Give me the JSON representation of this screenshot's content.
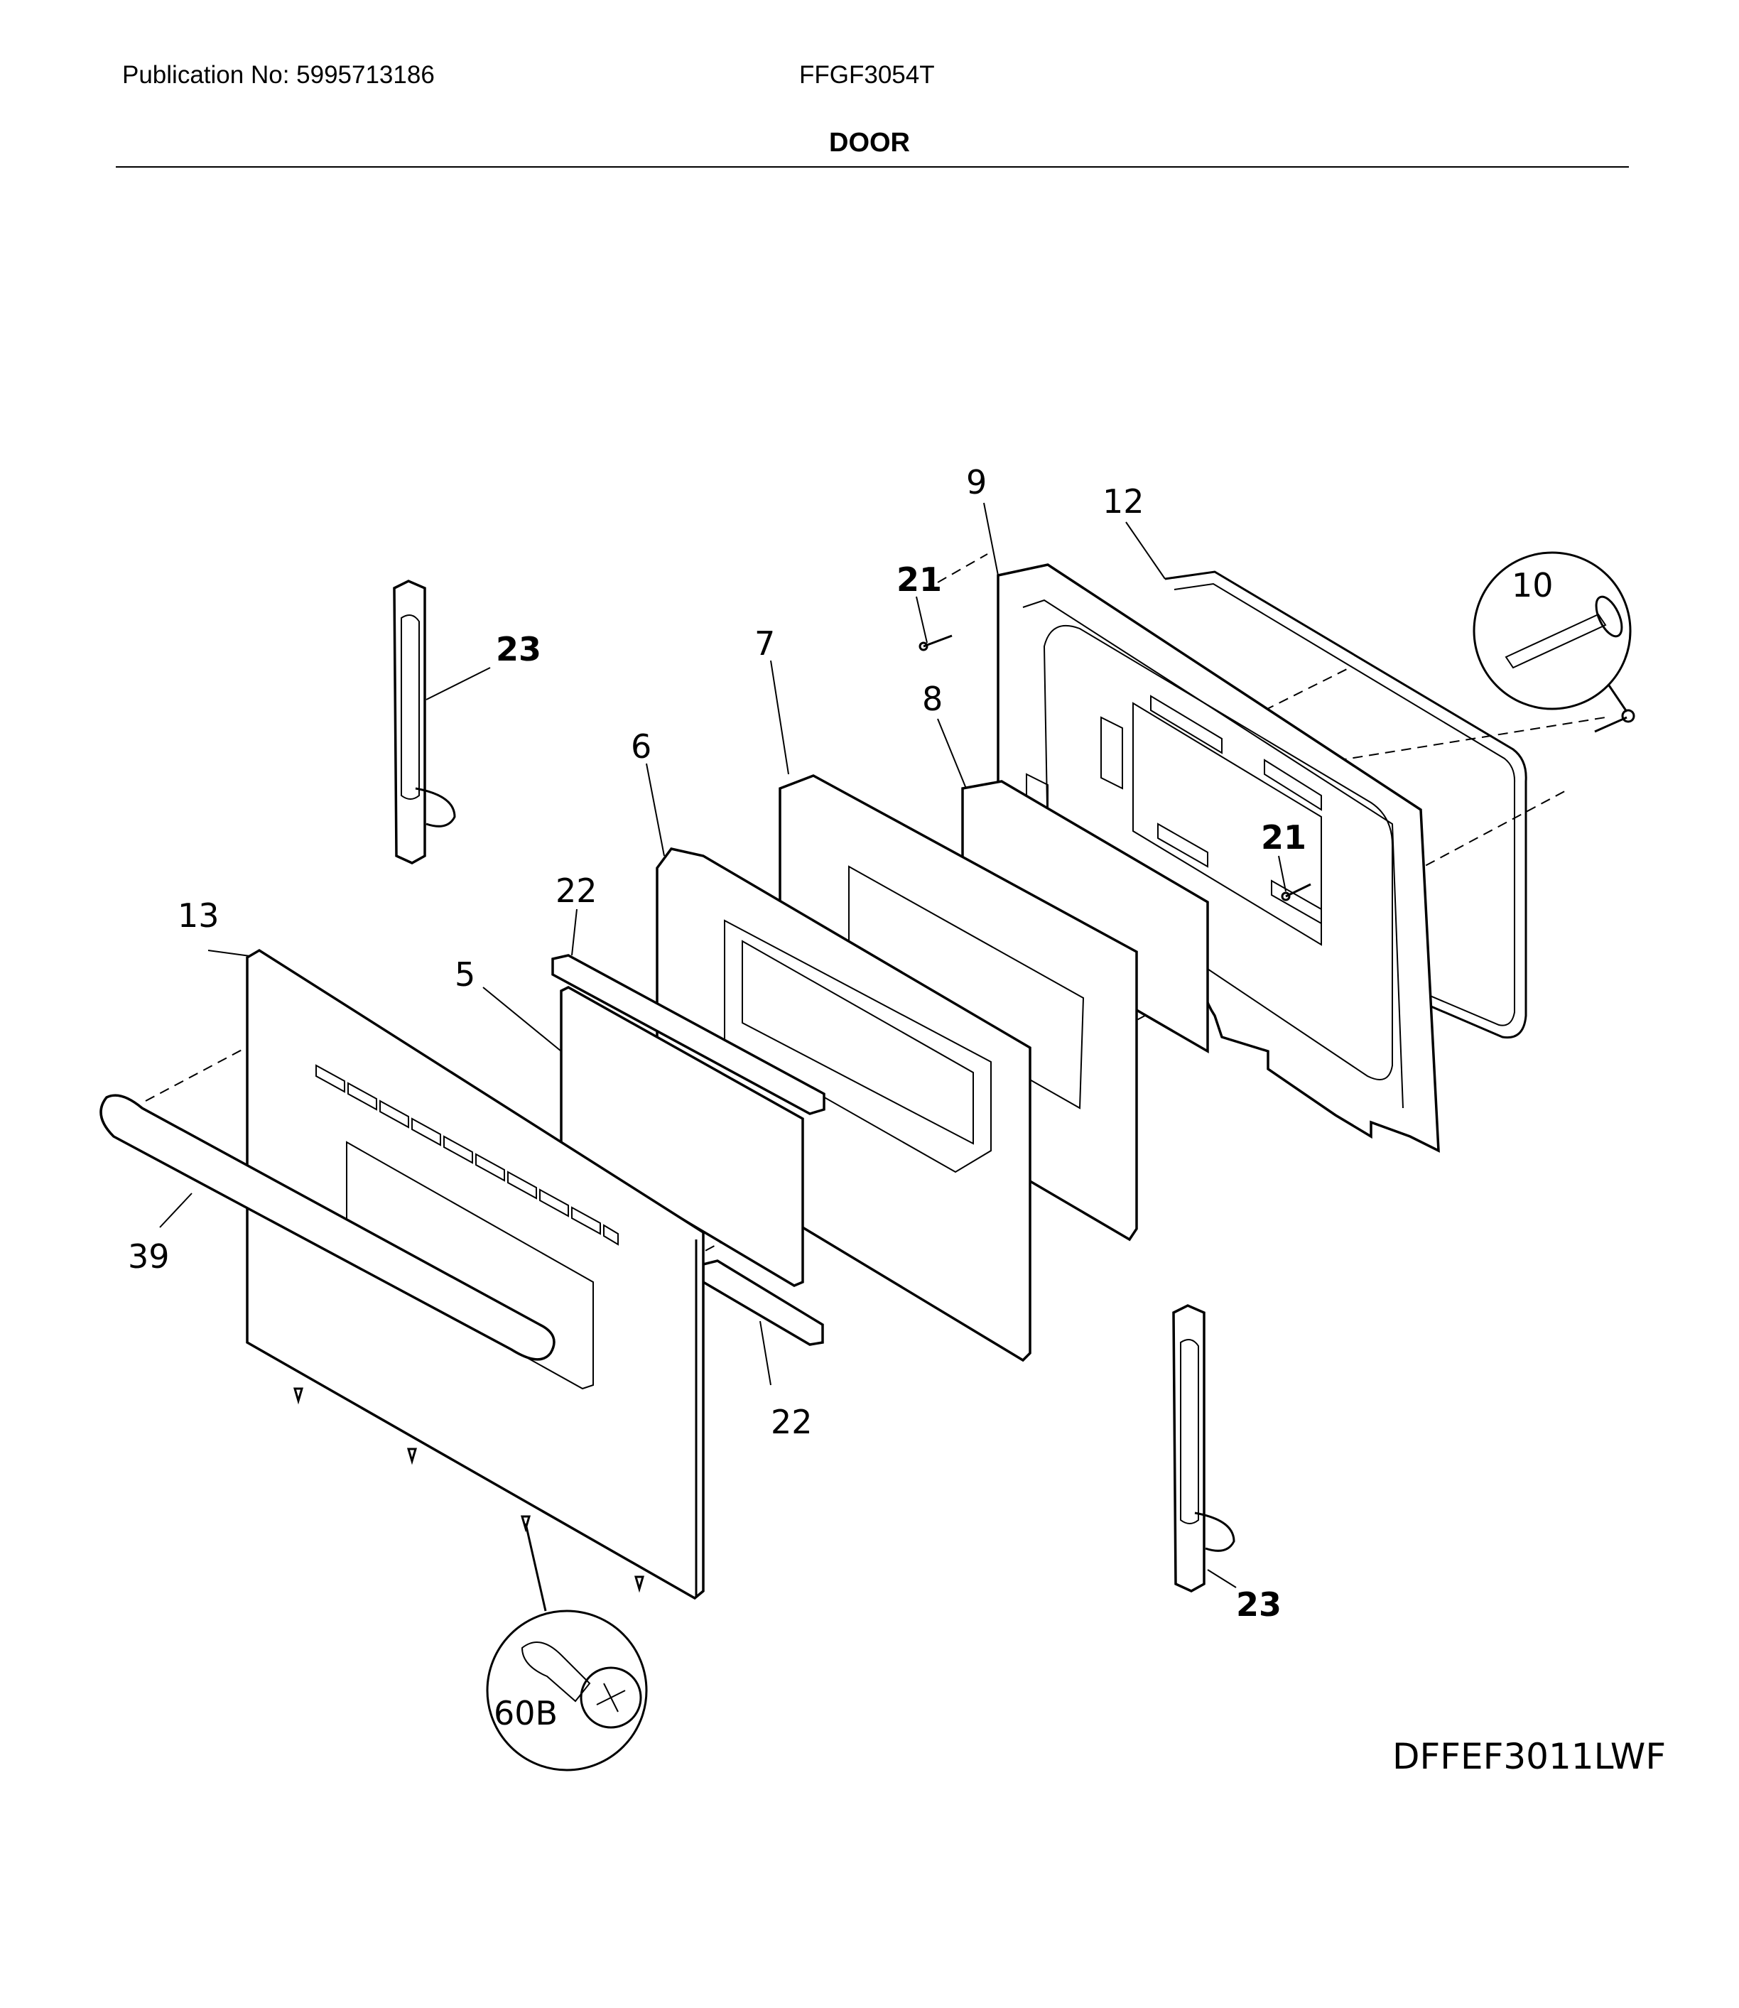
{
  "header": {
    "publication": "Publication No: 5995713186",
    "model": "FFGF3054T",
    "section_title": "DOOR"
  },
  "diagram_code": "DFFEF3011LWF",
  "callouts": {
    "c5": "5",
    "c6": "6",
    "c7": "7",
    "c8": "8",
    "c9": "9",
    "c10": "10",
    "c12": "12",
    "c13": "13",
    "c21a": "21",
    "c21b": "21",
    "c22a": "22",
    "c22b": "22",
    "c23a": "23",
    "c23b": "23",
    "c39": "39",
    "c60b": "60B"
  }
}
